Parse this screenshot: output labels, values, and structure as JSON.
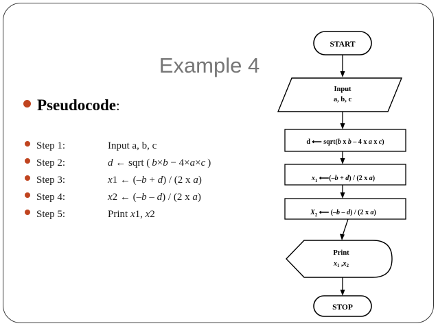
{
  "slide": {
    "title": "Example 4",
    "heading": {
      "text": "Pseudocode",
      "colon": ":"
    },
    "accent_color": "#c0441f",
    "title_color": "#767676",
    "background_color": "#ffffff",
    "border_color": "#3a3a3a"
  },
  "steps": [
    {
      "label": "Step 1:",
      "value": "Input a, b, c"
    },
    {
      "label": "Step 2:",
      "value": "d ← sqrt ( b×b − 4× a× c )"
    },
    {
      "label": "Step 3:",
      "value": "x1 ← (–b + d) / (2 x a)"
    },
    {
      "label": "Step 4:",
      "value": "x2 ← (–b – d) / (2 x a)"
    },
    {
      "label": "Step 5:",
      "value": "Print x1, x2"
    }
  ],
  "flowchart": {
    "nodes": {
      "start": {
        "label": "START",
        "shape": "terminator"
      },
      "input": {
        "line1": "Input",
        "line2": "a, b, c",
        "shape": "parallelogram"
      },
      "process_d": {
        "label": "d ⟵  sqrt(b x b – 4 x a x c)",
        "shape": "process"
      },
      "process_x1": {
        "label": "x1 ⟵(–b + d) / (2 x a)",
        "shape": "process"
      },
      "process_x2": {
        "label": "X2 ⟵ (–b – d) / (2 x a)",
        "shape": "process"
      },
      "print": {
        "line1": "Print",
        "line2": "x1 ,x2",
        "shape": "display"
      },
      "stop": {
        "label": "STOP",
        "shape": "terminator"
      }
    },
    "stroke_color": "#000000",
    "fill_color": "#ffffff"
  }
}
